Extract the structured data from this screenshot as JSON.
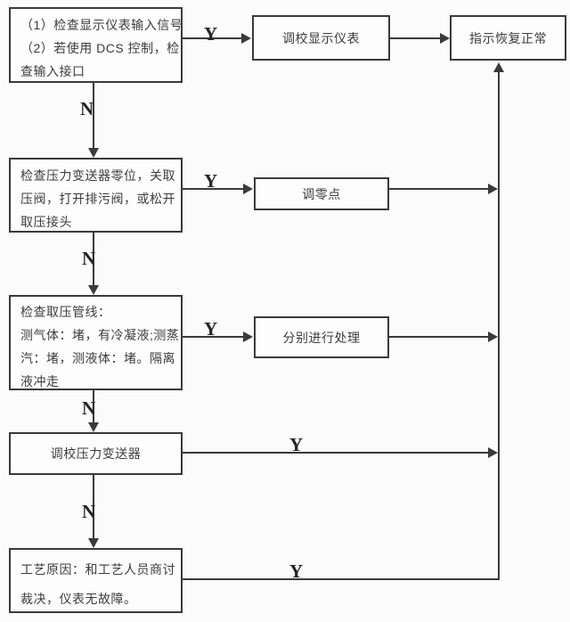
{
  "flowchart": {
    "labels": {
      "yes": "Y",
      "no": "N"
    },
    "nodes": {
      "check_display": {
        "lines": [
          "（1）检查显示仪表输入信号",
          "（2）若使用 DCS 控制，检",
          "查输入接口"
        ]
      },
      "calibrate_display": {
        "label": "调校显示仪表"
      },
      "indication_restored": {
        "label": "指示恢复正常"
      },
      "check_transmitter_zero": {
        "lines": [
          "检查压力变送器零位，关取",
          "压阀，打开排污阀，或松开",
          "取压接头"
        ]
      },
      "adjust_zero_point": {
        "label": "调零点"
      },
      "check_pressure_lines": {
        "lines": [
          "检查取压管线：",
          "测气体：堵，有冷凝液;测蒸",
          "汽：堵，测液体：堵。隔离",
          "液冲走"
        ]
      },
      "handle_separately": {
        "label": "分别进行处理"
      },
      "calibrate_transmitter": {
        "label": "调校压力变送器"
      },
      "process_cause": {
        "lines": [
          "工艺原因：和工艺人员商讨",
          "裁决，仪表无故障。"
        ]
      }
    },
    "colors": {
      "line": "#3a3a3a",
      "text": "#3c3c3c",
      "background": "#fbfbfb"
    }
  }
}
